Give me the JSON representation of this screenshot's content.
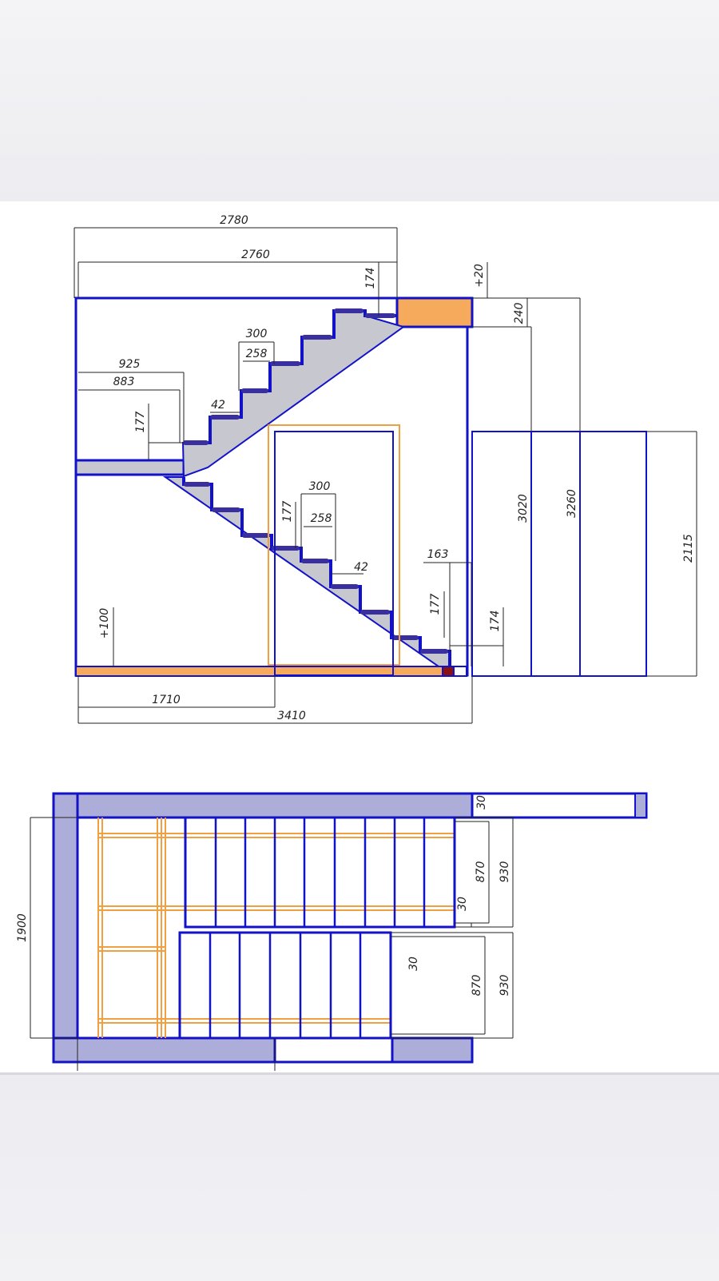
{
  "colors": {
    "frame": "#1212c8",
    "stringer_fill": "#c7c7cf",
    "tread": "#3a2f9e",
    "orange_fill": "#f6aa5c",
    "orange_line": "#f0a040",
    "plan_fill": "#adadd9",
    "dark_red": "#8b1010"
  },
  "elevation": {
    "dims": {
      "overall_top": "2780",
      "upper_width": "2760",
      "slab_thickness": "174",
      "top_level": "+20",
      "top_offset": "240",
      "landing_outer": "925",
      "landing_inner": "883",
      "landing_riser": "177",
      "upper_going": "300",
      "upper_tread": "258",
      "upper_nosing": "42",
      "lower_going": "300",
      "lower_tread": "258",
      "lower_riser": "177",
      "lower_nosing": "42",
      "bottom_going": "163",
      "bottom_riser": "177",
      "bottom_step": "174",
      "floor_level": "+100",
      "height_3020": "3020",
      "height_3260": "3260",
      "door_height": "2115",
      "half_span": "1710",
      "full_span": "3410"
    }
  },
  "plan": {
    "dims": {
      "total_width": "1900",
      "upper_gap": "30",
      "upper_flight": "870",
      "upper_total": "930",
      "mid_gap": "30",
      "lower_gap": "30",
      "lower_flight": "870",
      "lower_total": "930"
    }
  }
}
